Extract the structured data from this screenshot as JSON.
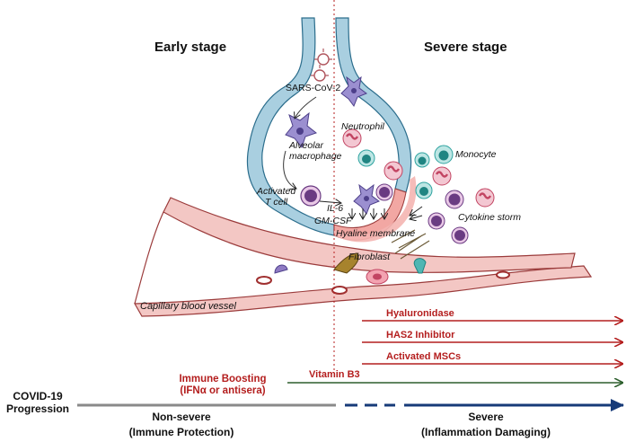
{
  "stages": {
    "early": "Early stage",
    "severe": "Severe stage"
  },
  "labels": {
    "virus": "SARS-CoV-2",
    "neutrophil": "Neutrophil",
    "monocyte": "Monocyte",
    "alveolar_macrophage": "Alveolar\nmacrophage",
    "activated_t_cell": "Activated\nT cell",
    "il6": "IL-6",
    "gm_csf": "GM-CSF",
    "hyaline_membrane": "Hyaline membrane",
    "cytokine_storm": "Cytokine storm",
    "fibroblast": "Fibroblast",
    "capillary": "Capillary blood vessel"
  },
  "treatments": [
    {
      "label": "Hyaluronidase"
    },
    {
      "label": "HAS2 Inhibitor"
    },
    {
      "label": "Activated MSCs"
    }
  ],
  "immune_boosting": {
    "line1": "Immune Boosting",
    "line2": "(IFNα or antisera)"
  },
  "vitamin_b3": "Vitamin B3",
  "progression": {
    "axis_label": "COVID-19\nProgression",
    "non_severe": "Non-severe",
    "non_severe_sub": "(Immune Protection)",
    "severe": "Severe",
    "severe_sub": "(Inflammation Damaging)"
  },
  "colors": {
    "epithelium_blue": "#a9cfe0",
    "epithelium_stroke": "#2b6d8c",
    "vessel_pink": "#f3c7c4",
    "vessel_stroke": "#9b3b3b",
    "hyaline_pink": "#f2a7a3",
    "treatment_red": "#b41e1e",
    "vitamin_green": "#2d5f2d",
    "progression_gray": "#8a8a8a",
    "progression_blue": "#163a78",
    "cell_purple": "#6a3b82",
    "monocyte_teal": "#2fa3a0",
    "neutrophil_pink": "#e0607a"
  }
}
